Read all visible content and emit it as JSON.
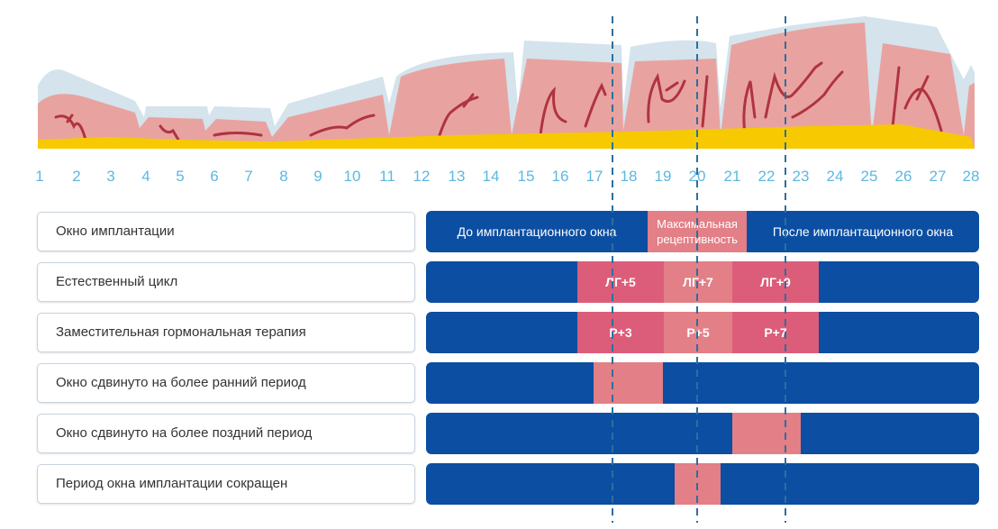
{
  "days": [
    "1",
    "2",
    "3",
    "4",
    "5",
    "6",
    "7",
    "8",
    "9",
    "10",
    "11",
    "12",
    "13",
    "14",
    "15",
    "16",
    "17",
    "18",
    "19",
    "20",
    "21",
    "22",
    "23",
    "24",
    "25",
    "26",
    "27",
    "28"
  ],
  "colors": {
    "day_numbers": "#5db8e0",
    "bar_blue": "#0b4ea2",
    "pink_dark": "#dc5d7a",
    "pink_light": "#e37f86",
    "endometrium": "#e8a3a0",
    "vessels": "#b03340",
    "basal_layer": "#f7c900",
    "surface_layer": "#d4e3ec",
    "dashed_line": "#2c6f9e"
  },
  "rows": [
    {
      "label": "Окно имплантации",
      "segments": [
        {
          "text": "До имплантационного окна"
        },
        {
          "text": "Максимальная рецептивность"
        },
        {
          "text": "После имплантационного окна"
        }
      ]
    },
    {
      "label": "Естественный цикл",
      "segments": [
        {
          "text": "ЛГ+5"
        },
        {
          "text": "ЛГ+7"
        },
        {
          "text": "ЛГ+9"
        }
      ]
    },
    {
      "label": "Заместительная гормональная терапия",
      "segments": [
        {
          "text": "P+3"
        },
        {
          "text": "P+5"
        },
        {
          "text": "P+7"
        }
      ]
    },
    {
      "label": "Окно сдвинуто на более ранний период"
    },
    {
      "label": "Окно сдвинуто на более поздний период"
    },
    {
      "label": "Период окна имплантации сокращен"
    }
  ]
}
